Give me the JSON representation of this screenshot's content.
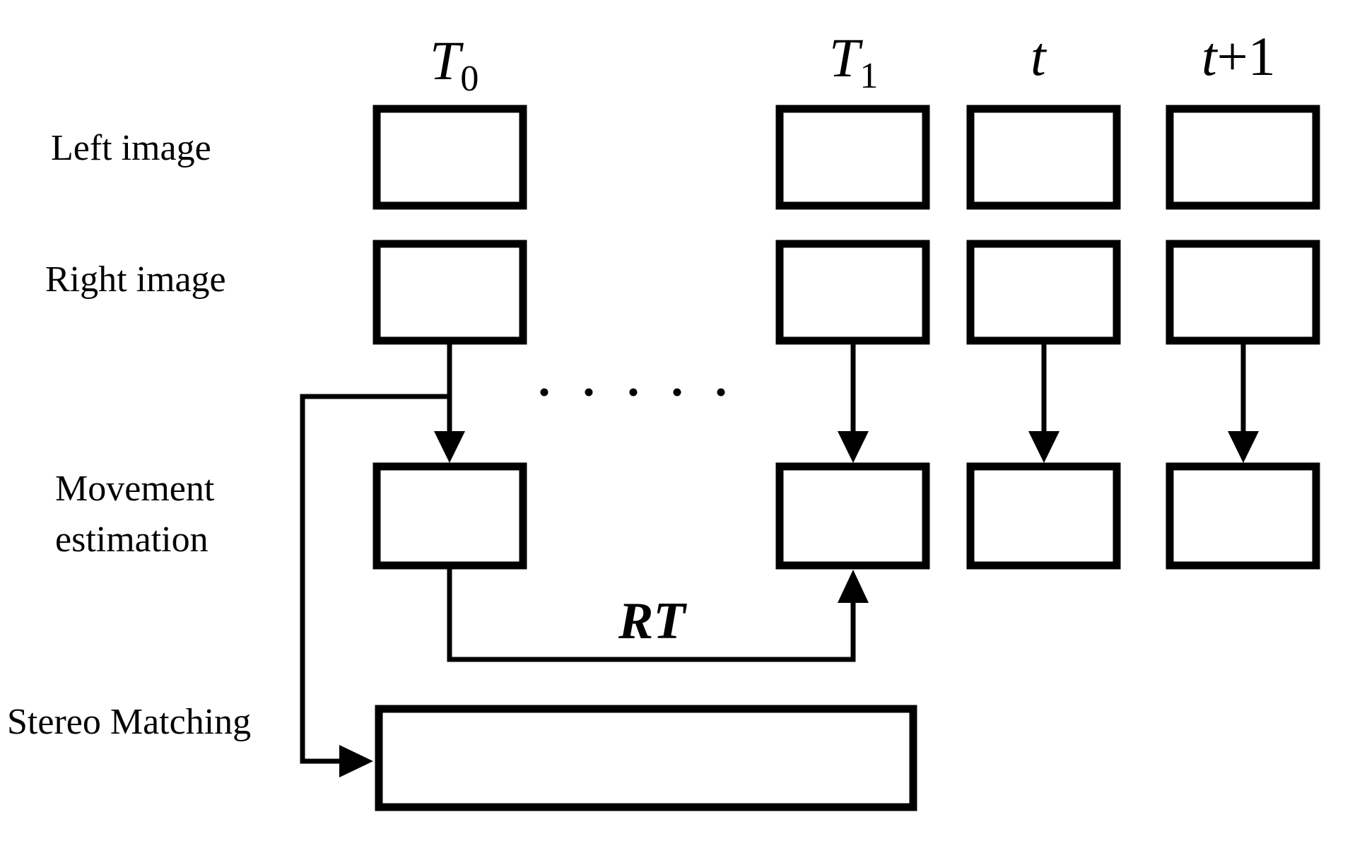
{
  "columns": {
    "t0": {
      "symbol": "T",
      "subscript": "0"
    },
    "t1": {
      "symbol": "T",
      "subscript": "1"
    },
    "t": {
      "symbol": "t"
    },
    "t_plus_1": {
      "symbol": "t",
      "suffix": "+1"
    }
  },
  "rows": {
    "left_image": "Left image",
    "right_image": "Right image",
    "movement_estimation": [
      "Movement",
      "estimation"
    ],
    "stereo_matching": "Stereo Matching"
  },
  "edges": {
    "rt_label": "RT"
  },
  "ellipsis_dot_count": 5
}
